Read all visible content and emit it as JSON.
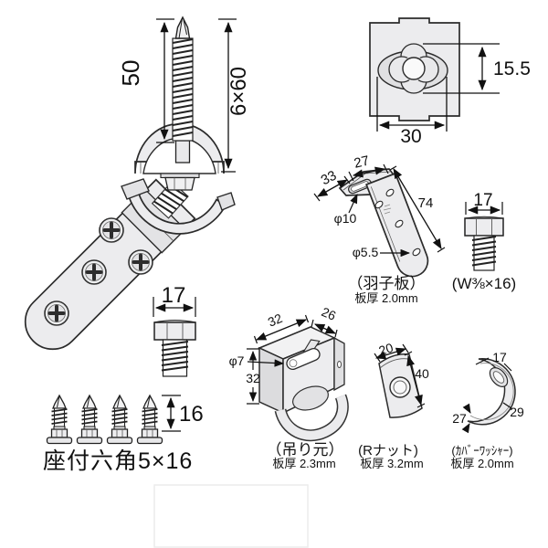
{
  "colors": {
    "ink": "#1a1a1a",
    "metal_fill": "#ececee",
    "background": "#ffffff"
  },
  "parts": {
    "main_screw_assembly": {
      "dim_thread_length": "50",
      "dim_size": "6×60"
    },
    "square_plate": {
      "dim_hole_height": "15.5",
      "dim_width": "30"
    },
    "hagoita_bracket": {
      "dim_back_width": "33",
      "dim_front_width": "27",
      "dim_arm_length": "74",
      "dim_slot_dia": "φ10",
      "dim_hole_dia": "φ5.5",
      "label": "（羽子板）",
      "thickness": "板厚 2.0mm"
    },
    "w_bolt": {
      "dim_head_width": "17",
      "label": "(W⅜×16)"
    },
    "hex_bolt": {
      "dim_head_width": "17"
    },
    "hex_screws": {
      "dim_length": "16",
      "label": "座付六角5×16"
    },
    "hanger_base": {
      "dim_top_width": "32",
      "dim_top_depth": "26",
      "dim_hole_dia": "φ7",
      "dim_height": "32",
      "label": "（吊り元）",
      "thickness": "板厚 2.3mm"
    },
    "r_nut": {
      "dim_width": "20",
      "dim_length": "40",
      "label": "(Rナット)",
      "thickness": "板厚 3.2mm"
    },
    "cover_washer": {
      "dim_slot_width": "17",
      "dim_height": "29",
      "dim_edge": "27",
      "label": "(ｶﾊﾞｰﾜｯｼｬｰ)",
      "thickness": "板厚 2.0mm"
    }
  }
}
